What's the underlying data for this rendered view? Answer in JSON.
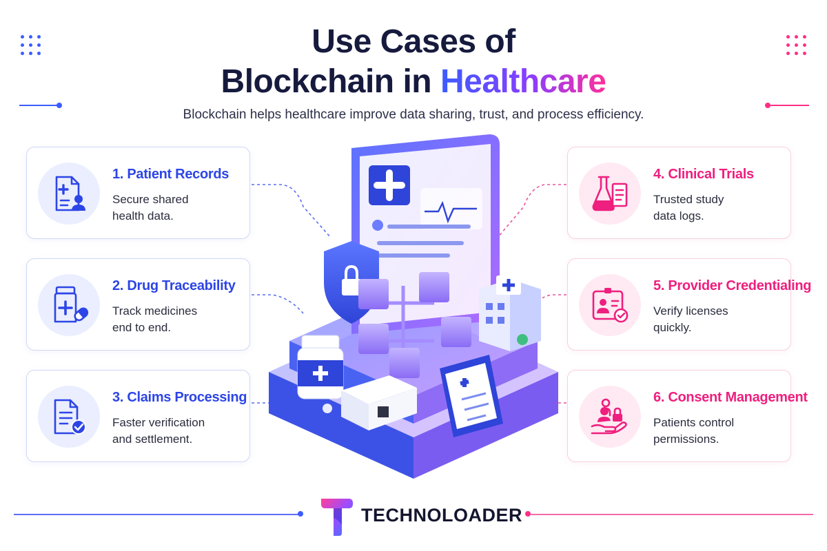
{
  "title": {
    "line1": "Use Cases of",
    "line2_plain": "Blockchain in",
    "line2_accent": "Healthcare"
  },
  "subtitle": "Blockchain helps healthcare improve data sharing, trust, and process efficiency.",
  "colors": {
    "blue_accent": "#2d45e6",
    "pink_accent": "#ee1f7e",
    "title_dark": "#161a3d",
    "gradient": [
      "#3b5cff",
      "#8b3dff",
      "#ff2f9a"
    ]
  },
  "left_cards": [
    {
      "title": "1.  Patient Records",
      "desc_line1": "Secure shared",
      "desc_line2": "health data.",
      "icon": "medical-record-icon"
    },
    {
      "title": "2. Drug Traceability",
      "desc_line1": "Track medicines",
      "desc_line2": "end to end.",
      "icon": "medicine-bottle-icon"
    },
    {
      "title": "3. Claims Processing",
      "desc_line1": "Faster verification",
      "desc_line2": "and settlement.",
      "icon": "verified-document-icon"
    }
  ],
  "right_cards": [
    {
      "title": "4. Clinical Trials",
      "desc_line1": "Trusted study",
      "desc_line2": "data logs.",
      "icon": "lab-flask-icon"
    },
    {
      "title": "5. Provider Credentialing",
      "desc_line1": "Verify licenses",
      "desc_line2": "quickly.",
      "icon": "id-badge-icon"
    },
    {
      "title": "6. Consent Management",
      "desc_line1": "Patients control",
      "desc_line2": "permissions.",
      "icon": "consent-hand-icon"
    }
  ],
  "illustration": {
    "icons": [
      "medical-tablet-icon",
      "shield-lock-icon",
      "blockchain-cubes-icon",
      "hospital-icon",
      "pill-bottle-icon",
      "qr-box-icon",
      "clipboard-icon"
    ]
  },
  "footer": {
    "brand": "TECHNOLOADER",
    "logo_icon": "technoloader-logo-icon"
  }
}
